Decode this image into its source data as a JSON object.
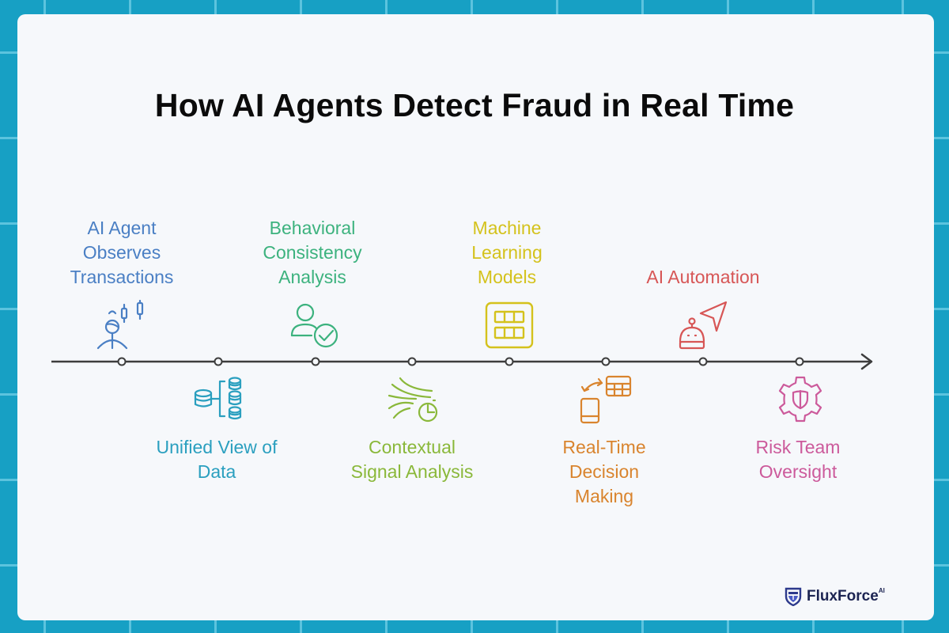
{
  "title": "How AI Agents Detect Fraud in Real Time",
  "colors": {
    "background": "#17a0c4",
    "grid": "#5cc3de",
    "card": "#f6f8fb",
    "axis": "#3d3d3d"
  },
  "steps": [
    {
      "label": "AI Agent\nObserves\nTransactions",
      "icon": "person-candlestick-chart-icon",
      "color": "#4a7fc4",
      "position": "above"
    },
    {
      "label": "Unified View of\nData",
      "icon": "database-hierarchy-icon",
      "color": "#2a9fbf",
      "position": "below"
    },
    {
      "label": "Behavioral\nConsistency\nAnalysis",
      "icon": "user-check-icon",
      "color": "#3cb27e",
      "position": "above"
    },
    {
      "label": "Contextual\nSignal Analysis",
      "icon": "signal-waves-clock-icon",
      "color": "#8ab83a",
      "position": "below"
    },
    {
      "label": "Machine\nLearning\nModels",
      "icon": "grid-module-icon",
      "color": "#d4c21c",
      "position": "above"
    },
    {
      "label": "Real-Time\nDecision\nMaking",
      "icon": "phone-table-sync-icon",
      "color": "#d9842e",
      "position": "below"
    },
    {
      "label": "AI Automation",
      "icon": "robot-cursor-icon",
      "color": "#d75656",
      "position": "above"
    },
    {
      "label": "Risk Team\nOversight",
      "icon": "gear-shield-icon",
      "color": "#cc5a9b",
      "position": "below"
    }
  ],
  "logo": {
    "name": "FluxForce",
    "superscript": "AI",
    "color": "#1c2452"
  }
}
